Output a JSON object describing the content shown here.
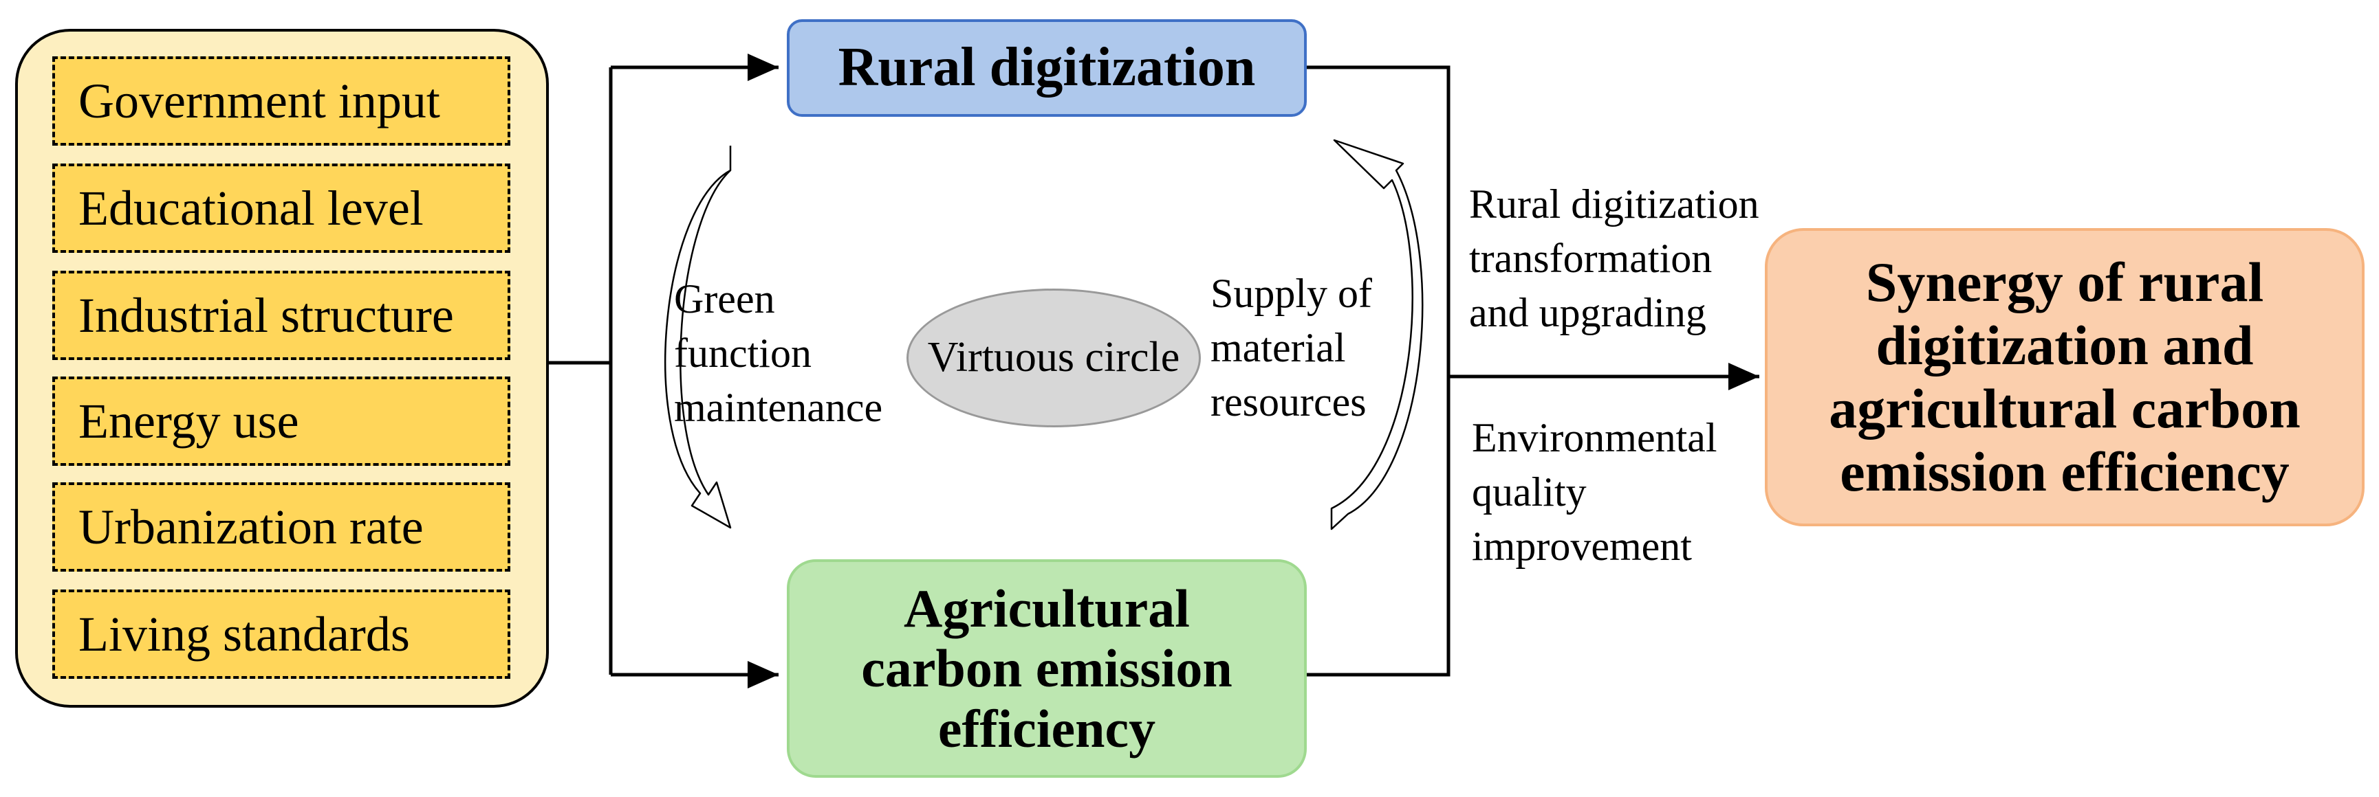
{
  "factors": [
    "Government input",
    "Educational level",
    "Industrial structure",
    "Energy use",
    "Urbanization rate",
    "Living standards"
  ],
  "nodes": {
    "rural_digitization": "Rural digitization",
    "agri_carbon_efficiency": "Agricultural carbon emission efficiency",
    "synergy": "Synergy of rural digitization and agricultural carbon emission efficiency",
    "virtuous_circle": "Virtuous circle"
  },
  "labels": {
    "green_function": "Green\nfunction\nmaintenance",
    "supply_resources": "Supply of\nmaterial\nresources",
    "transformation": "Rural digitization\ntransformation\nand upgrading",
    "environmental": "Environmental\nquality\nimprovement"
  },
  "colors": {
    "factor_panel": "#fdefc0",
    "factor_item": "#ffd65a",
    "rural_box": "#aec8ec",
    "rural_border": "#3f70c6",
    "acee_box": "#bde7b1",
    "synergy_box": "#fbcfad",
    "virtuous_fill": "#d7d7d7"
  },
  "icons": [
    "right-arrow-icon",
    "curved-arrow-icon"
  ]
}
